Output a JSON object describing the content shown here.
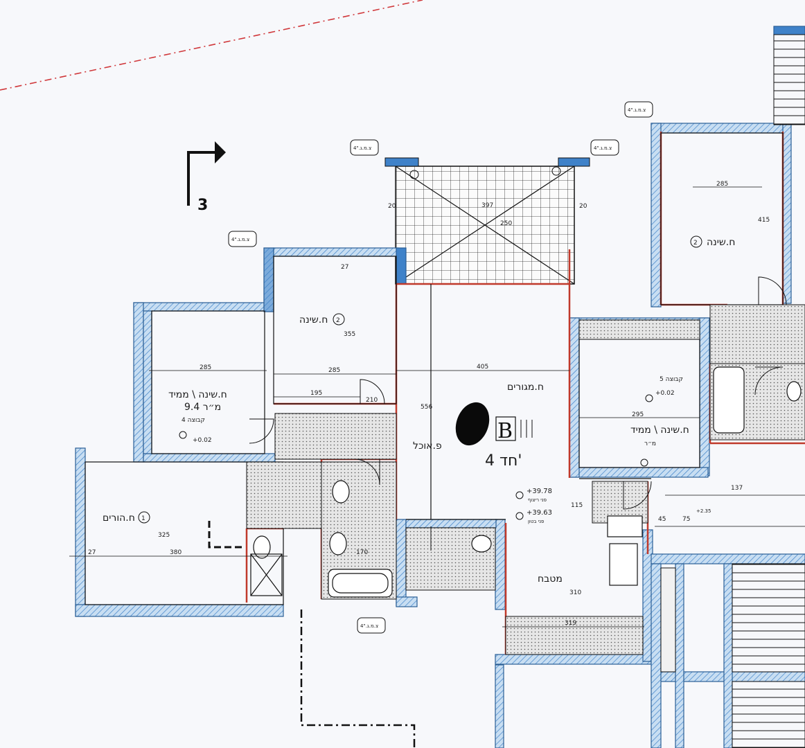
{
  "section_marker": "3",
  "apartment": {
    "type_letter": "B",
    "rooms_label": "4 חד'"
  },
  "rooms": {
    "master_bedroom": "ח.הורים",
    "master_bedroom_num": "1",
    "bedroom_2a": "ח.שינה",
    "bedroom_2a_num": "2",
    "bedroom_2b": "ח.שינה",
    "bedroom_2b_num": "2",
    "mamad_left_title": "ח.שינה \\ ממיד",
    "mamad_left_area": "9.4 מ״ר",
    "mamad_left_group": "קבוצה 4",
    "mamad_left_level": "+0.02",
    "mamad_right_title": "ח.שינה \\ ממיד",
    "mamad_right_area": "מ״ר",
    "mamad_right_group": "קבוצה 5",
    "mamad_right_level": "+0.02",
    "living": "ח.מגורים",
    "dining": "פ.אוכל",
    "kitchen": "מטבח"
  },
  "levels": {
    "floor_finish": "+39.78",
    "floor_finish_label": "פני ריצוף",
    "floor_struct": "+39.63",
    "floor_struct_label": "פני בטון",
    "corridor_level": "+2.35"
  },
  "dimensions": {
    "balcony_width": "397",
    "balcony_depth": "250",
    "bed2a_width": "285",
    "bed2a_depth": "355",
    "bed2b_width": "285",
    "bed2b_depth": "415",
    "living_width": "405",
    "living_depth": "556",
    "master_width": "380",
    "master_depth": "325",
    "mamad_left_width": "285",
    "mamad_right_width": "295",
    "corridor_width": "195",
    "kitchen_width": "319",
    "kitchen_depth": "310",
    "door_210": "210",
    "dim_20a": "20",
    "dim_20b": "20",
    "dim_27a": "27",
    "dim_27b": "27",
    "dim_137": "137",
    "dim_45": "45",
    "dim_75": "75",
    "dim_115": "115",
    "dim_170": "170"
  },
  "downpipe_tag": "צ.מ.ג.\"4",
  "colors": {
    "wall_blue": "#3f82c9",
    "wall_fill": "#bcd6ee",
    "partition_red": "#c0392b",
    "line_dark": "#1a1a1a",
    "property_line": "#d0383b",
    "tile_fill": "#d9d9d9"
  }
}
